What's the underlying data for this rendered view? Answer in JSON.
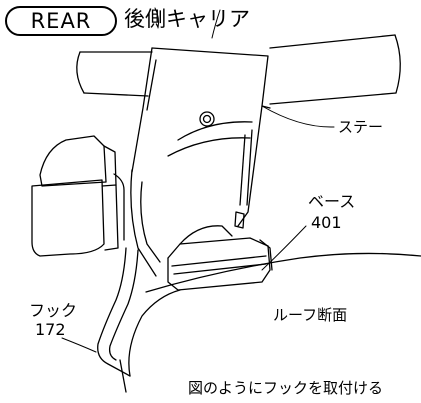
{
  "header": {
    "badge": "REAR",
    "title": "後側キャリア"
  },
  "labels": {
    "stay": "ステー",
    "base": "ベース",
    "base_number": "401",
    "roof_section": "ルーフ断面",
    "hook": "フック",
    "hook_number": "172"
  },
  "caption": "図のようにフックを取付ける"
}
